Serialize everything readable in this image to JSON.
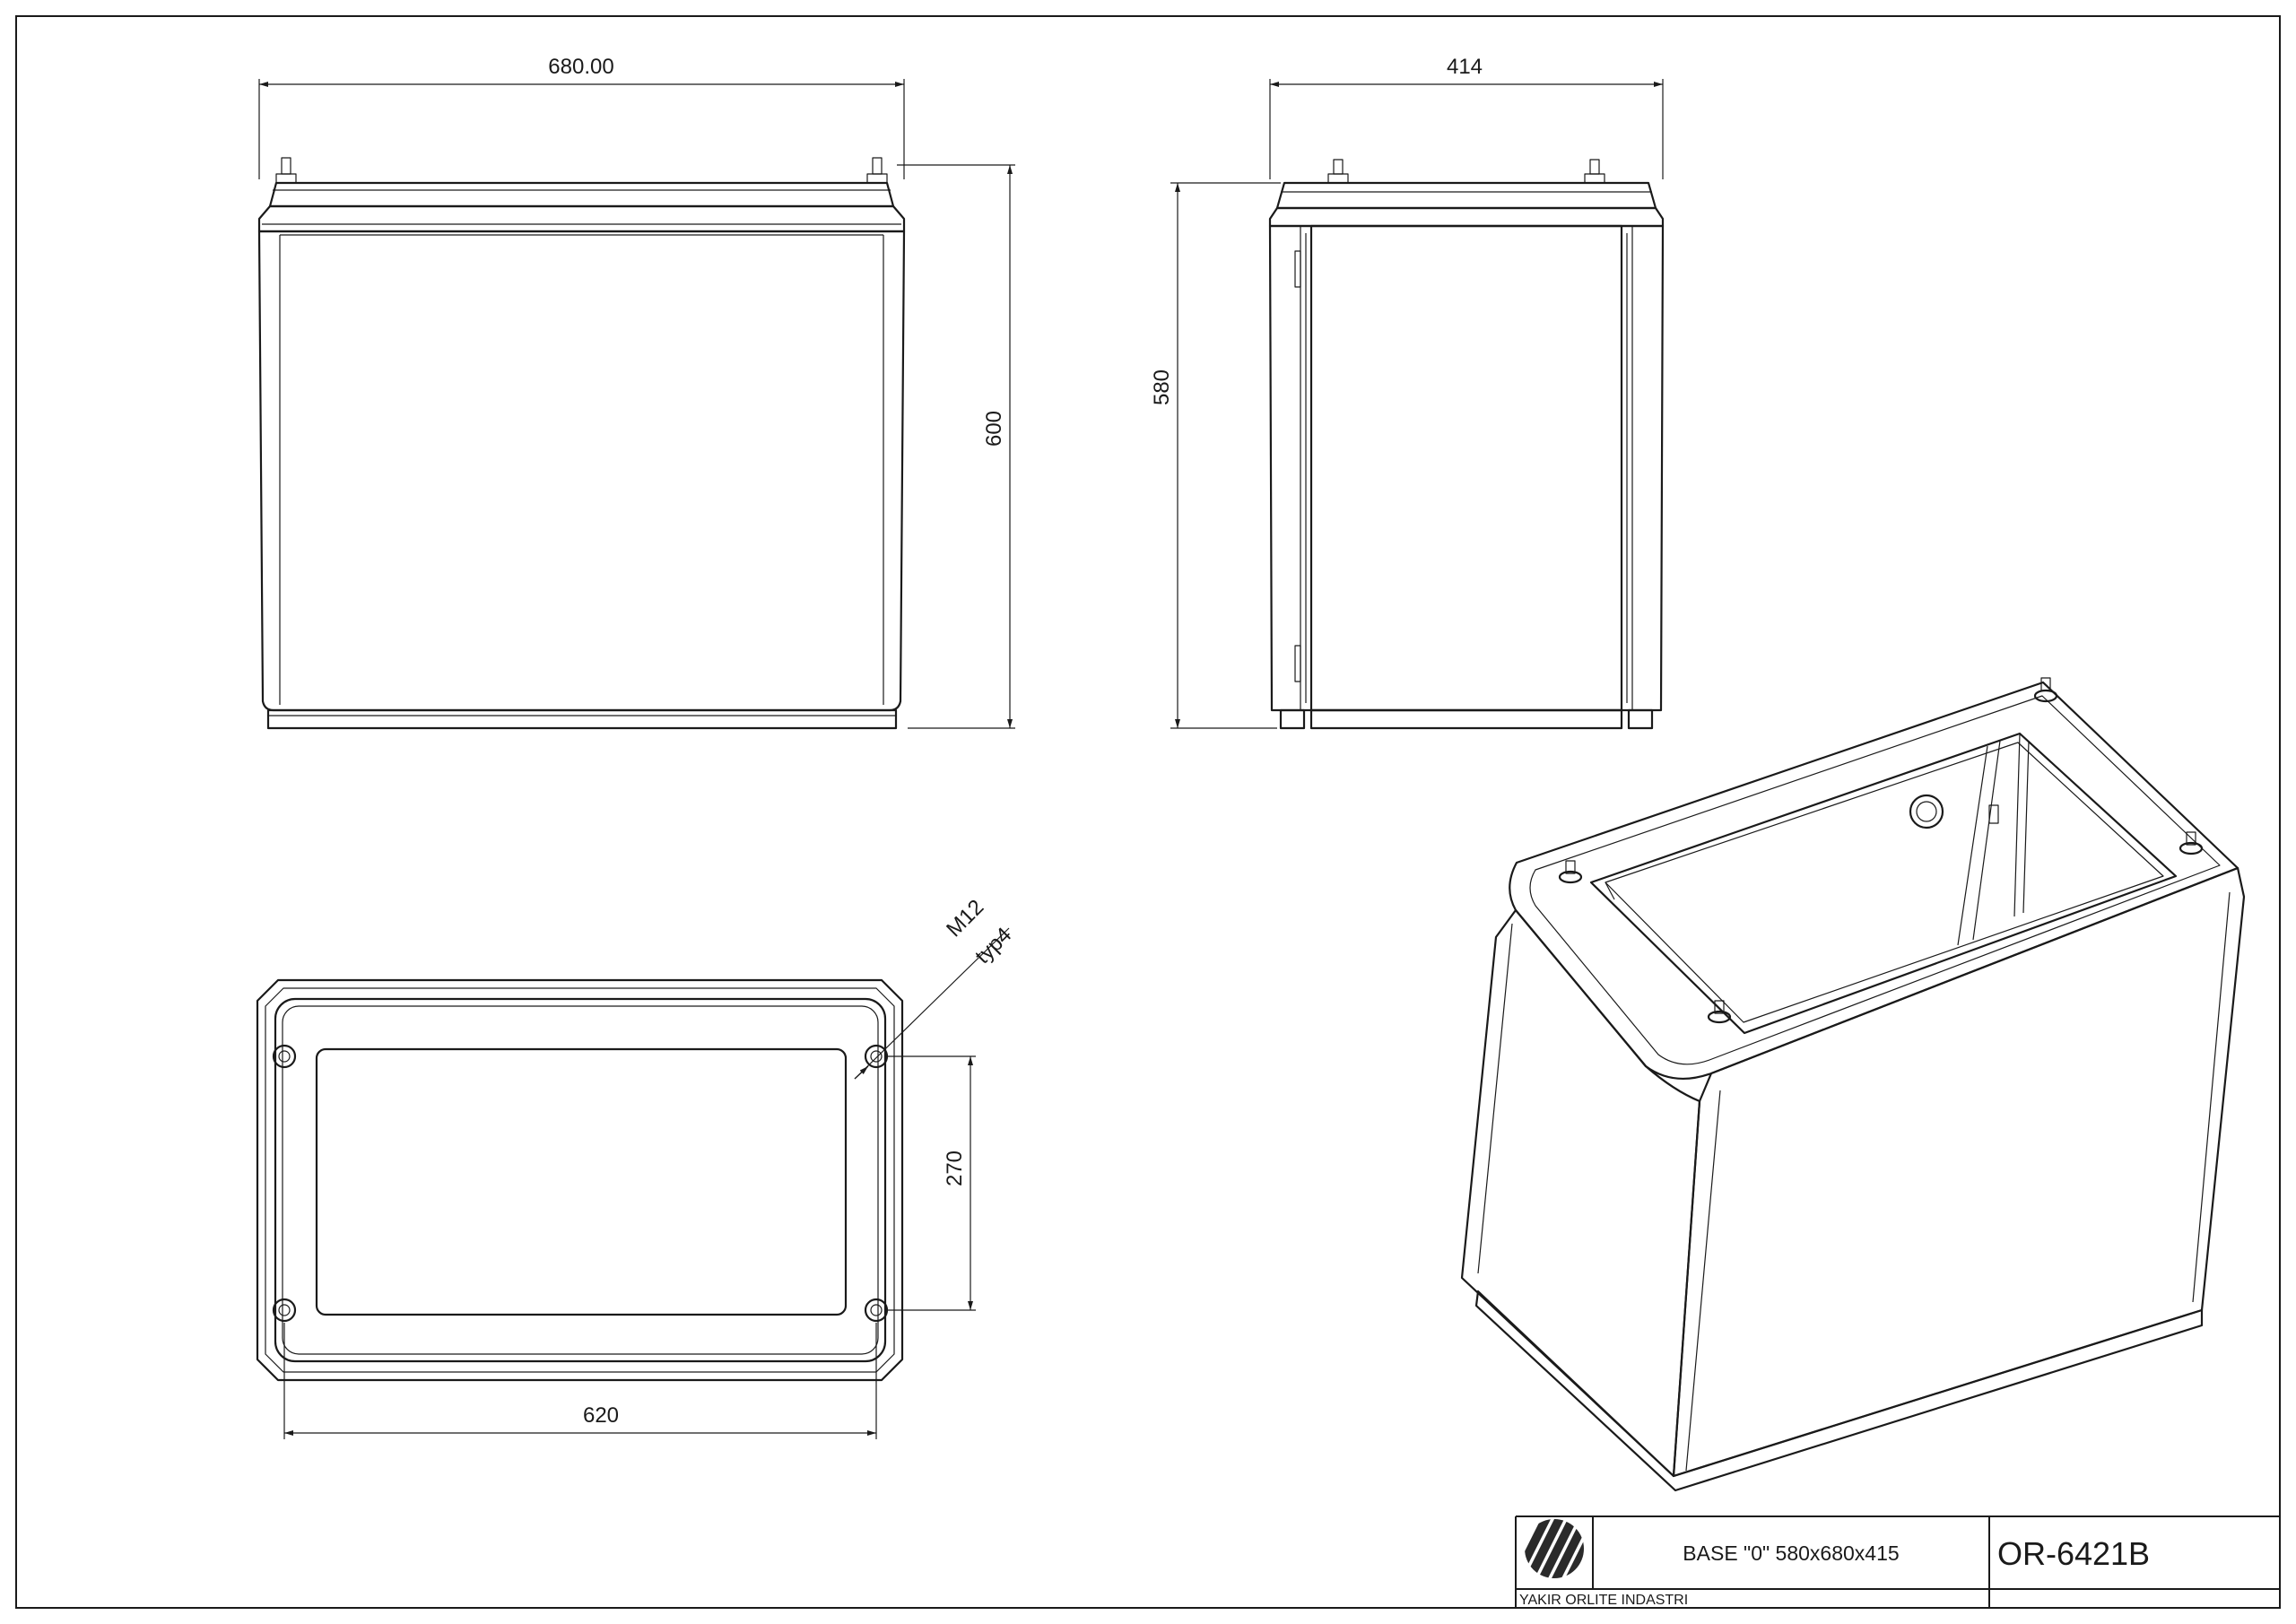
{
  "drawing": {
    "dimensions": {
      "front_width": "680.00",
      "front_height": "600",
      "side_width": "414",
      "side_height": "580",
      "bolt_spacing": "270",
      "bolt_width": "620",
      "bolt_note_1": "M12",
      "bolt_note_2": "typ4"
    },
    "title_block": {
      "description": "BASE \"0\" 580x680x415",
      "part_number": "OR-6421B",
      "company": "YAKIR ORLITE INDASTRI",
      "logo_icon": "striped-circle-logo-icon"
    },
    "colors": {
      "line": "#1a1a1a",
      "background": "#ffffff"
    }
  }
}
